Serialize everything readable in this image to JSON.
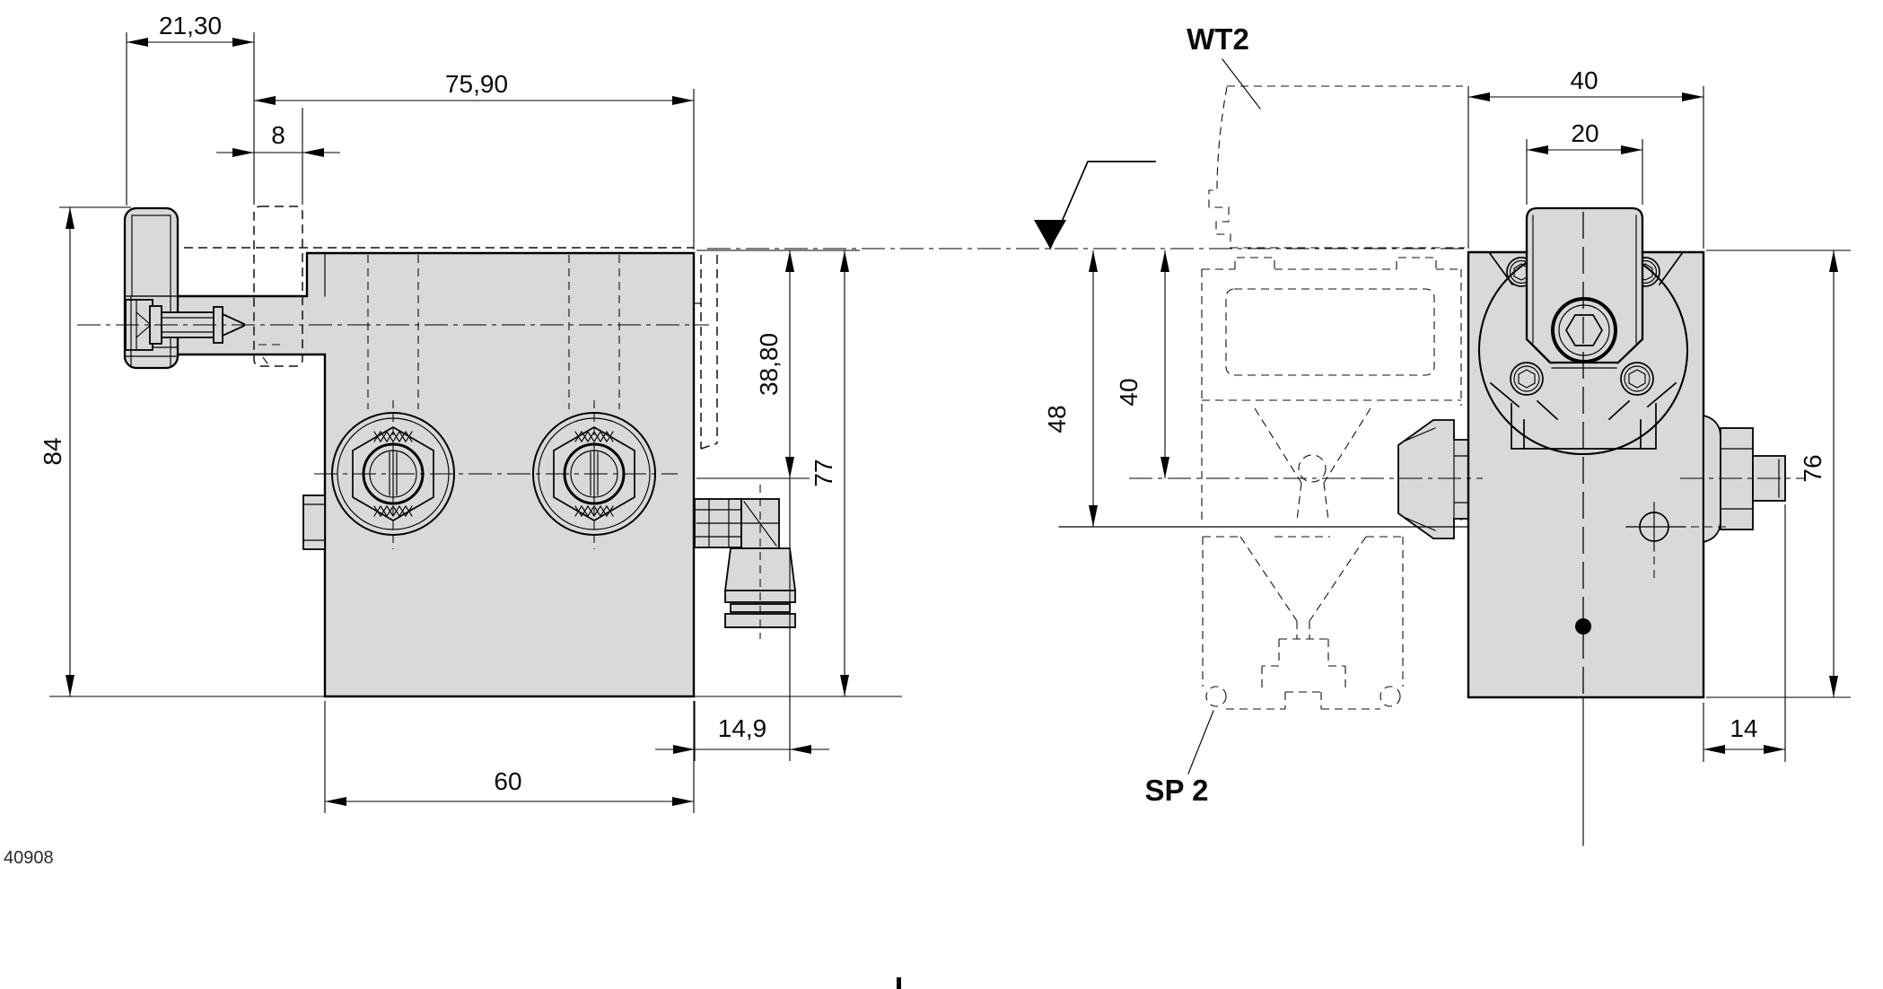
{
  "sheet": {
    "part_number": "40908",
    "background": "#ffffff",
    "body_fill": "#d9d9d9",
    "line_color": "#000000"
  },
  "labels": {
    "pallet": "WT2",
    "profile": "SP 2"
  },
  "left_view": {
    "dims": {
      "lever_to_tenon": "21,30",
      "tenon_to_face": "75,90",
      "tenon_width": "8",
      "overall_height": "84",
      "step_depth": "38,80",
      "face_height": "77",
      "fitting_offset": "14,9",
      "body_width": "60"
    }
  },
  "right_view": {
    "dims": {
      "body_width": "40",
      "tab_width": "20",
      "axis_depth_outer": "48",
      "axis_depth_inner": "40",
      "body_height": "76",
      "fitting_depth": "14"
    }
  }
}
